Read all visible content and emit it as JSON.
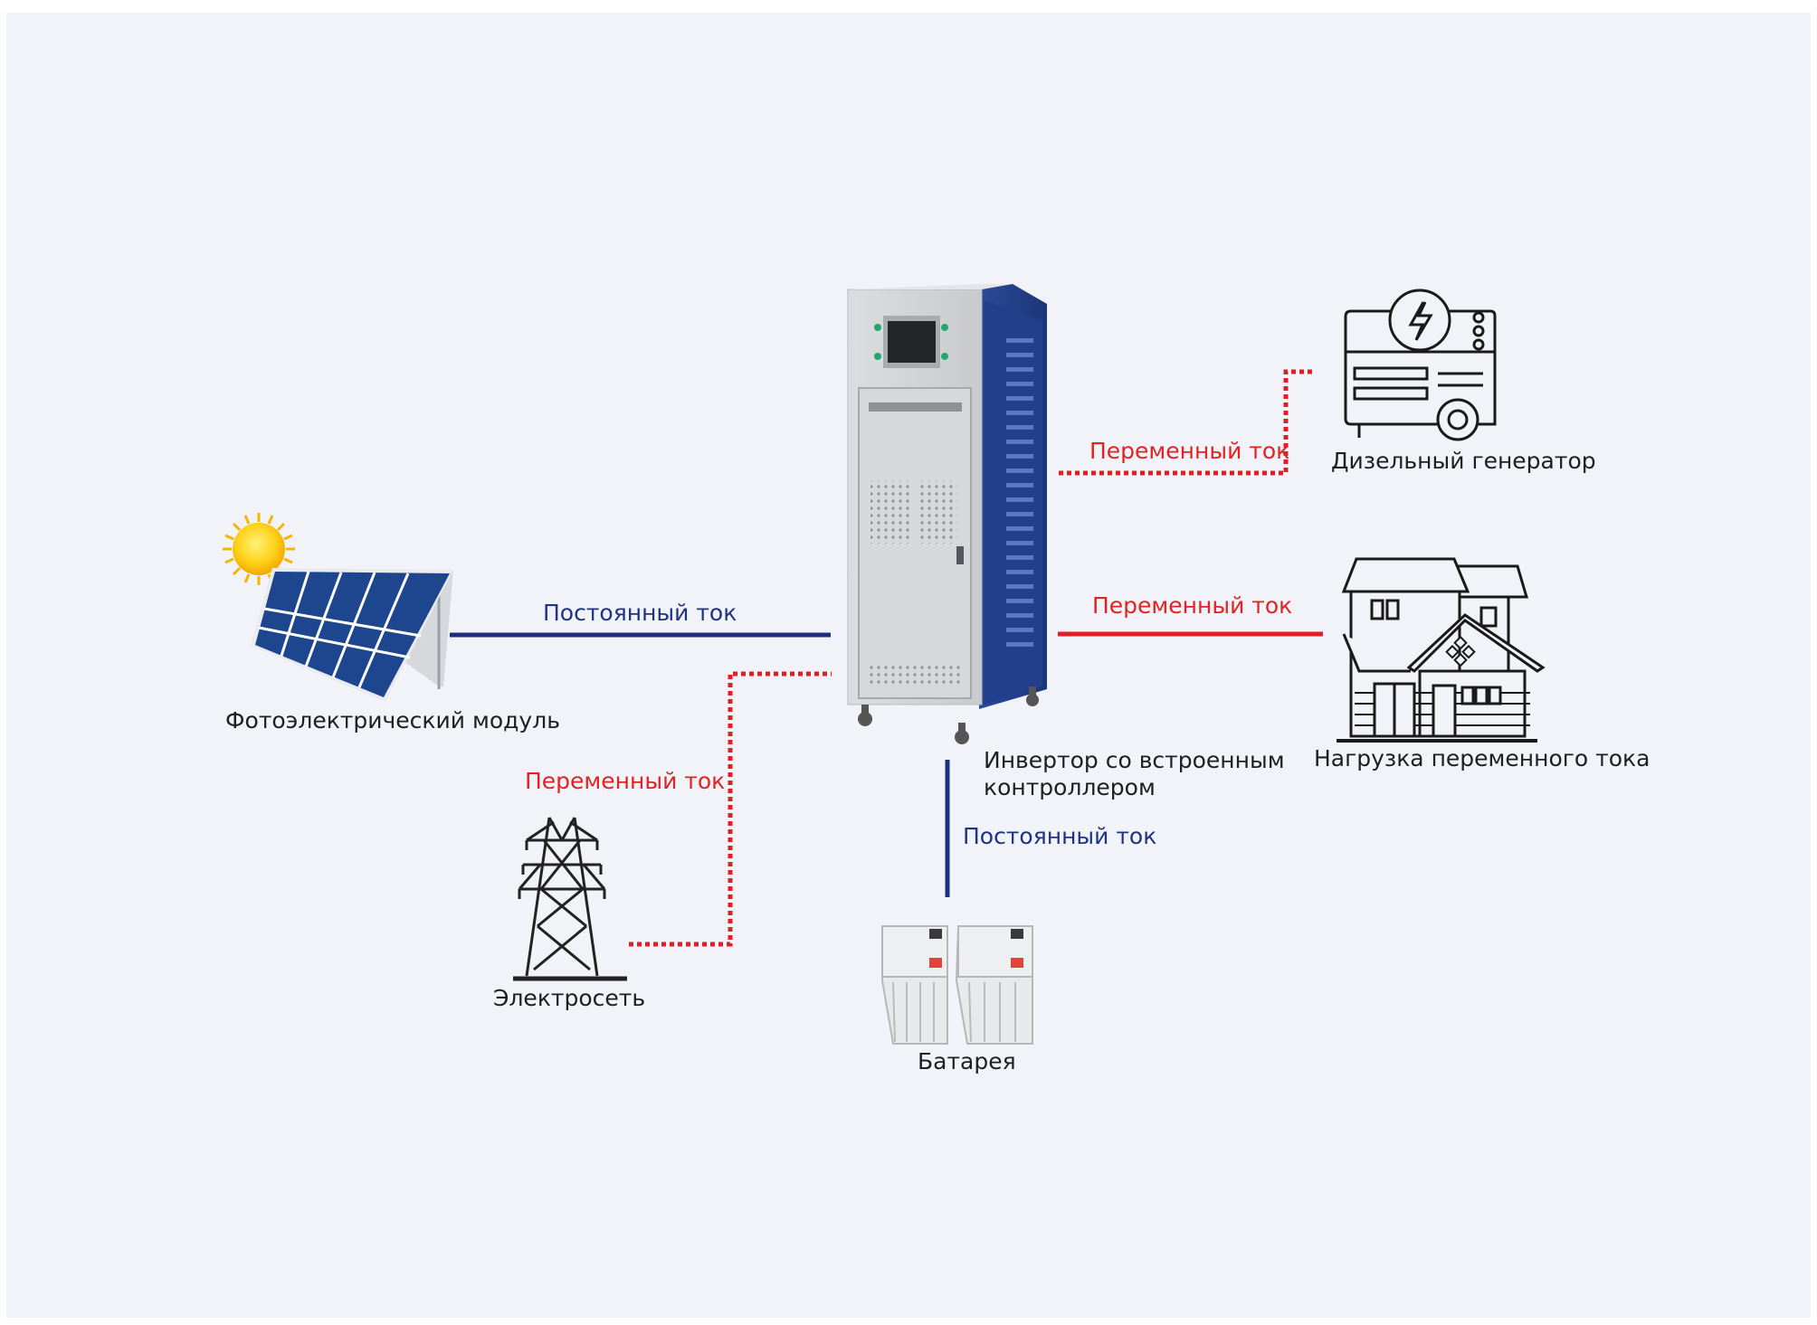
{
  "colors": {
    "background": "#f1f3f8",
    "dc_line": "#1f2d80",
    "ac_line": "#e01e24",
    "dc_text": "#1f3384",
    "ac_text": "#e02323",
    "panel_blue": "#1e4a9a",
    "cabinet_side": "#24418e"
  },
  "nodes": {
    "pv": {
      "label": "Фотоэлектрический модуль",
      "icon": "solar-panel-icon"
    },
    "grid": {
      "label": "Электросеть",
      "icon": "power-tower-icon"
    },
    "inverter": {
      "label": "Инвертор со встроенным\nконтроллером",
      "icon": "inverter-cabinet-icon"
    },
    "battery": {
      "label": "Батарея",
      "icon": "battery-icon"
    },
    "generator": {
      "label": "Дизельный генератор",
      "icon": "diesel-generator-icon"
    },
    "load": {
      "label": "Нагрузка переменного тока",
      "icon": "house-icon"
    }
  },
  "connections": {
    "pv_to_inverter": {
      "label": "Постоянный ток",
      "type": "dc"
    },
    "grid_to_inverter": {
      "label": "Переменный ток",
      "type": "ac"
    },
    "battery_to_inverter": {
      "label": "Постоянный ток",
      "type": "dc"
    },
    "generator_to_inverter": {
      "label": "Переменный ток",
      "type": "ac"
    },
    "load_to_inverter": {
      "label": "Переменный ток",
      "type": "ac"
    }
  }
}
